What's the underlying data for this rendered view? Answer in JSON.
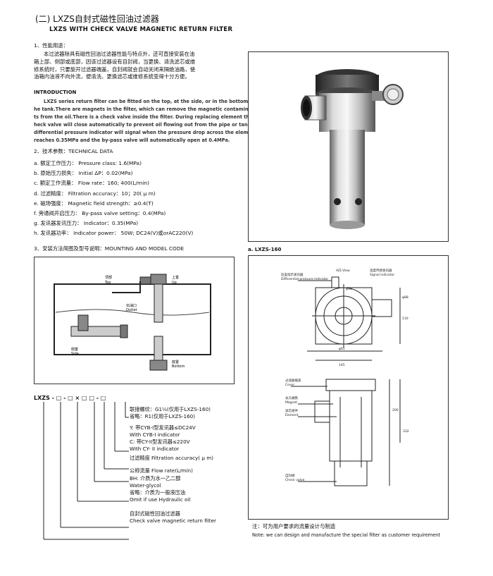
{
  "header": {
    "title_cn": "(二) LXZS自封式磁性回油过滤器",
    "title_en": "LXZS WITH CHECK VALVE MAGNETIC RETURN FILTER"
  },
  "sections": {
    "s1_heading": "1、性能用途：",
    "s1_cn": [
      "本过滤器除具有磁性回油过滤器性能与特点外，还可直接安装在油",
      "箱上部、侧部或底部，因该过滤器设有自封阀，当更换、清洗滤芯或维",
      "修系统时，只要旋开过滤器端盖，自封阀就会自动关闭来隔绝油路，使",
      "油箱内油液不向外流，便清洗、更换滤芯或维修系统变得十分方便。"
    ],
    "intro_heading": "INTRODUCTION",
    "intro_en": [
      "LXZS series return filter can be fitted on the top, at the side, or in the bottom of t-",
      "he tank.There are magnets in the filter, which can remove the magnetic contaminan-",
      "ts from the oil.There is a check valve inside the filter. During replacing element the c-",
      "heck valve will close automatically to prevent oil flowing out from the pipe or tank. The",
      "differential pressure indicator will signal when the pressure drop across the element",
      "reaches 0.35MPa and the by-pass valve will automatically open at 0.4MPa."
    ],
    "s2_heading": "2、技术参数：TECHNICAL DATA",
    "tech": [
      "a. 额定工作压力： Pressure class: 1.6(MPa)",
      "b. 原始压力损失： Initial ΔP：0.02(MPa)",
      "c. 额定工作流量： Flow rate：160; 400(L/min)",
      "d. 过滤精度： Filtration accuracy：10；20( μ m)",
      "e. 磁场强度： Magnetic field strength：≥0.4(T)",
      "f. 旁通阀开启压力： By-pass valve setting：0.4(MPa)",
      "g. 发讯器发讯压力： Indicator：0.35(MPa)",
      "h. 发讯器功率： Indicator power： 50W; DC24(V)或orAC220(V)"
    ],
    "s3_heading": "3、安装方法简图及型号说明：MOUNTING AND MODEL CODE"
  },
  "install_diagram": {
    "top_label_cn": "顶部",
    "top_label_en": "Top",
    "upper_label_cn": "上置",
    "upper_label_en": "Up",
    "outlet_label_cn": "出油口",
    "outlet_label_en": "Outlet",
    "side_label_cn": "侧置",
    "side_label_en": "Side",
    "bottom_label_cn": "底置",
    "bottom_label_en": "Bottom"
  },
  "model_code": {
    "code": "LXZS - □ - □ × □ □ - □",
    "legend": [
      "联接螺纹：G1½(仅用于LXZS-160)",
      "省略：R1(仅用于LXZS-160)",
      "Y: 带CYB-I型发讯器≤DC24V",
      "With CYB-I indicator",
      "C: 带CY-II型发讯器≤220V",
      "With CY- II indicator",
      "过滤精度 Filtration accuracy( μ m)",
      "公称流量 Flow rate(L/min)",
      "BH: 介质为水一乙二醇",
      "Water-glycol",
      "省略：介质为一般液压油",
      "Omit if use Hydraulic oil",
      "自封式磁性回油过滤器",
      "Check valve magnetic return filter"
    ]
  },
  "drawing": {
    "caption": "a. LXZS-160",
    "label_gauge": "压差指示发讯器",
    "label_gauge_en": "Differential pressure indicator",
    "label_view": "A向 View",
    "label_signal": "温度传感发讯器",
    "label_signal_en": "Signal indicator",
    "dim_phi11": "φ11",
    "dim_phi88": "φ88",
    "dim_phi65": "φ65",
    "dim_145": "145",
    "dim_110": "110",
    "label_cover": "过滤器端盖",
    "label_cover_en": "Cover",
    "label_magnet": "永久磁铁",
    "label_magnet_en": "Magnet",
    "label_element": "滤芯组件",
    "label_element_en": "Element",
    "label_check": "自封阀",
    "label_check_en": "Check valve",
    "dim_200": "200",
    "dim_332": "332"
  },
  "notes": {
    "note_cn": "注：可为用户要求的流量设计与制造",
    "note_en": "Note: we can design and manufacture the special filter as customer requirement"
  }
}
